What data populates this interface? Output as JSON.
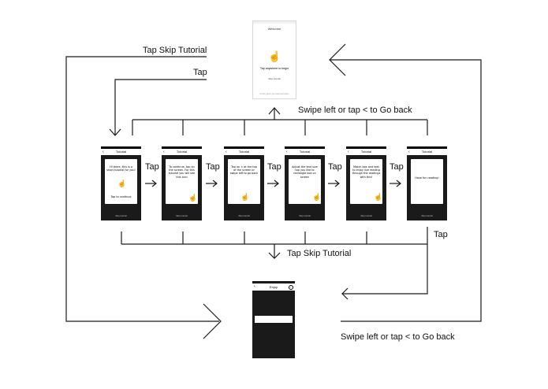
{
  "labels": {
    "tap_skip_top": "Tap Skip Tutorial",
    "tap_left": "Tap",
    "swipe_back_top": "Swipe left or tap < to Go back",
    "tap_between": "Tap",
    "tap_right": "Tap",
    "tap_skip_bottom": "Tap Skip Tutorial",
    "swipe_back_bottom": "Swipe left or tap < to Go back"
  },
  "welcome_screen": {
    "title": "Welcome",
    "text": "Tap anywhere to begin",
    "link": "Skip tutorial",
    "footer": "In this game you read and listen"
  },
  "tutorial_screens": [
    {
      "title": "Tutorial",
      "text": "Hi there, this is a short tutorial for you!",
      "action": "Tap to continue",
      "footer": "Skip tutorial"
    },
    {
      "title": "Tutorial",
      "text": "To continue, tap on the screen. For this tutorial you will see this icon",
      "action": "",
      "footer": "Skip tutorial"
    },
    {
      "title": "Tutorial",
      "text": "Tap on < at the top of the screen or swipe left to go back",
      "action": "",
      "footer": "Skip tutorial"
    },
    {
      "title": "Tutorial",
      "text": "Adjust the text size tap you like to rectangle box on screen",
      "action": "",
      "footer": "Skip tutorial"
    },
    {
      "title": "Tutorial",
      "text": "Match box and text to enjoy live reading through the readings with this!",
      "action": "",
      "footer": "Skip tutorial"
    },
    {
      "title": "Tutorial",
      "text": "Have fun reading!",
      "action": "",
      "footer": "Skip tutorial"
    }
  ],
  "enjoy_screen": {
    "title": "Enjoy"
  },
  "icons": {
    "hand": "pointing-hand-icon",
    "back": "chevron-left-icon",
    "info": "info-icon"
  },
  "colors": {
    "line": "#1a1a1a",
    "phone_body": "#1a1a1a",
    "background": "#ffffff"
  }
}
